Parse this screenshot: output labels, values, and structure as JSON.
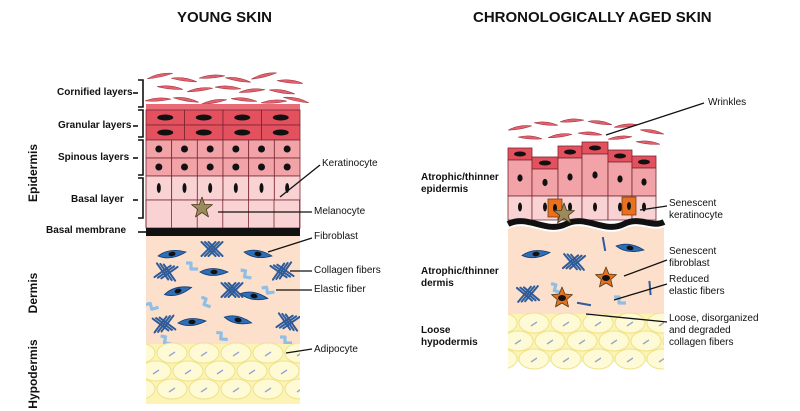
{
  "titles": {
    "young": "YOUNG SKIN",
    "aged": "CHRONOLOGICALLY AGED SKIN"
  },
  "young": {
    "layers": {
      "cornified": "Cornified layers",
      "granular": "Granular layers",
      "spinous": "Spinous layers",
      "basal": "Basal layer",
      "basal_membrane": "Basal membrane"
    },
    "regions": {
      "epidermis": "Epidermis",
      "dermis": "Dermis",
      "hypodermis": "Hypodermis"
    },
    "callouts": {
      "keratinocyte": "Keratinocyte",
      "melanocyte": "Melanocyte",
      "fibroblast": "Fibroblast",
      "collagen": "Collagen fibers",
      "elastic": "Elastic fiber",
      "adipocyte": "Adipocyte"
    }
  },
  "aged": {
    "left_labels": {
      "epidermis_1": "Atrophic/thinner",
      "epidermis_2": "epidermis",
      "dermis_1": "Atrophic/thinner",
      "dermis_2": "dermis",
      "hypodermis_1": "Loose",
      "hypodermis_2": "hypodermis"
    },
    "callouts": {
      "wrinkles": "Wrinkles",
      "senescent_keratinocyte_1": "Senescent",
      "senescent_keratinocyte_2": "keratinocyte",
      "senescent_fibroblast_1": "Senescent",
      "senescent_fibroblast_2": "fibroblast",
      "reduced_elastic_1": "Reduced",
      "reduced_elastic_2": "elastic fibers",
      "collagen_1": "Loose, disorganized",
      "collagen_2": "and degraded",
      "collagen_3": "collagen fibers"
    }
  },
  "colors": {
    "cornified": "#e0626e",
    "granular": "#e4515e",
    "spinous": "#f2a3a8",
    "basal": "#f9d3d4",
    "dermis": "#fde0cb",
    "hypodermis": "#fbf4b4",
    "fibroblast": "#2f6db5",
    "collagen": "#2e5b9a",
    "elastic": "#8fbfe6",
    "melanocyte": "#9a8a5c",
    "senescent": "#e8711f"
  }
}
